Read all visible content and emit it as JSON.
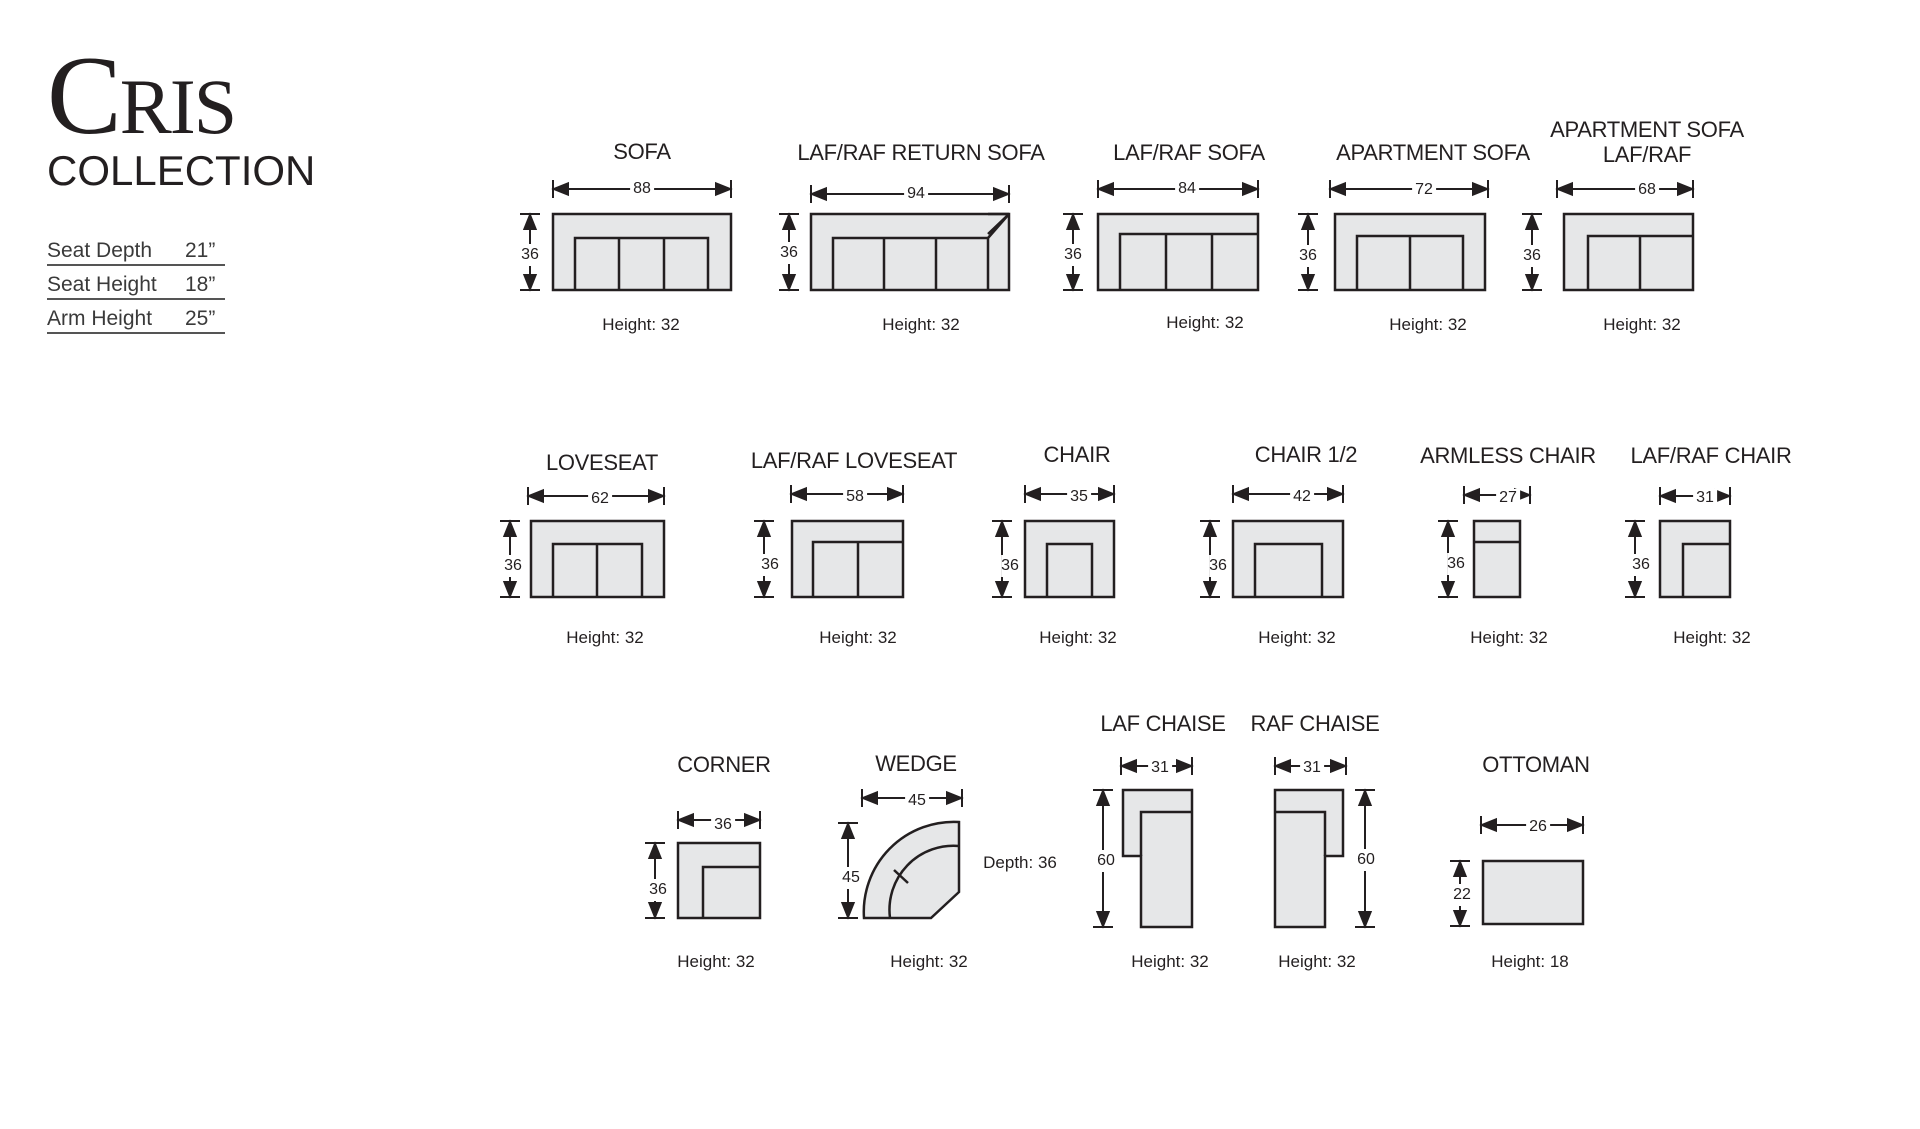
{
  "brand": {
    "name": "Cris",
    "subtitle": "COLLECTION"
  },
  "specs": [
    {
      "label": "Seat Depth",
      "value": "21”"
    },
    {
      "label": "Seat Height",
      "value": "18”"
    },
    {
      "label": "Arm Height",
      "value": "25”"
    }
  ],
  "items": {
    "sofa": {
      "title": "SOFA",
      "width": "88",
      "depth": "36",
      "height": "Height: 32"
    },
    "return_sofa": {
      "title": "LAF/RAF RETURN SOFA",
      "width": "94",
      "depth": "36",
      "height": "Height: 32"
    },
    "laf_sofa": {
      "title": "LAF/RAF  SOFA",
      "width": "84",
      "depth": "36",
      "height": "Height: 32"
    },
    "apt_sofa": {
      "title": "APARTMENT SOFA",
      "width": "72",
      "depth": "36",
      "height": "Height: 32"
    },
    "apt_sofa_laf": {
      "title_line1": "APARTMENT SOFA",
      "title_line2": "LAF/RAF",
      "width": "68",
      "depth": "36",
      "height": "Height: 32"
    },
    "loveseat": {
      "title": "LOVESEAT",
      "width": "62",
      "depth": "36",
      "height": "Height: 32"
    },
    "laf_loveseat": {
      "title": "LAF/RAF LOVESEAT",
      "width": "58",
      "depth": "36",
      "height": "Height: 32"
    },
    "chair": {
      "title": "CHAIR",
      "width": "35",
      "depth": "36",
      "height": "Height: 32"
    },
    "chair_half": {
      "title": "CHAIR 1/2",
      "width": "42",
      "depth": "36",
      "height": "Height: 32"
    },
    "armless": {
      "title": "ARMLESS CHAIR",
      "width": "27",
      "depth": "36",
      "height": "Height: 32"
    },
    "laf_chair": {
      "title": "LAF/RAF CHAIR",
      "width": "31",
      "depth": "36",
      "height": "Height: 32"
    },
    "corner": {
      "title": "CORNER",
      "width": "36",
      "depth": "36",
      "height": "Height: 32"
    },
    "wedge": {
      "title": "WEDGE",
      "width": "45",
      "depth": "45",
      "extra": "Depth: 36",
      "height": "Height: 32"
    },
    "laf_chaise": {
      "title": "LAF CHAISE",
      "width": "31",
      "depth": "60",
      "height": "Height: 32"
    },
    "raf_chaise": {
      "title": "RAF CHAISE",
      "width": "31",
      "depth": "60",
      "height": "Height: 32"
    },
    "ottoman": {
      "title": "OTTOMAN",
      "width": "26",
      "depth": "22",
      "height": "Height: 18"
    }
  }
}
